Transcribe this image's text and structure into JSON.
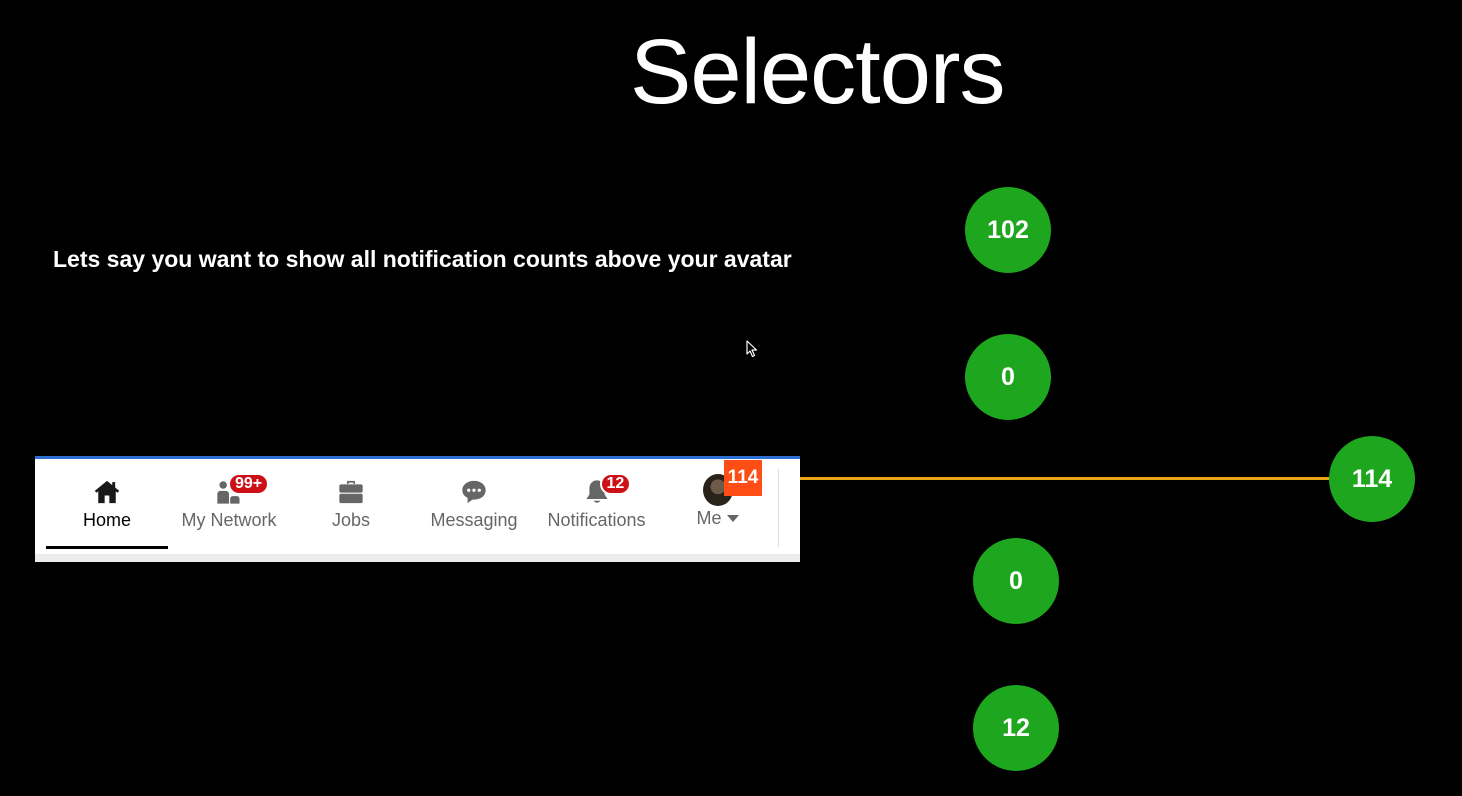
{
  "slide": {
    "title": "Selectors",
    "subtitle": "Lets say you want to show all notification counts above your avatar"
  },
  "circles": [
    {
      "id": "circle-102",
      "value": "102"
    },
    {
      "id": "circle-0-a",
      "value": "0"
    },
    {
      "id": "circle-114",
      "value": "114"
    },
    {
      "id": "circle-0-b",
      "value": "0"
    },
    {
      "id": "circle-12",
      "value": "12"
    }
  ],
  "navbar": {
    "items": [
      {
        "label": "Home",
        "icon": "home-icon",
        "active": true
      },
      {
        "label": "My Network",
        "icon": "network-icon",
        "badge": "99+"
      },
      {
        "label": "Jobs",
        "icon": "briefcase-icon"
      },
      {
        "label": "Messaging",
        "icon": "chat-icon"
      },
      {
        "label": "Notifications",
        "icon": "bell-icon",
        "badge": "12"
      },
      {
        "label": "Me",
        "icon": "avatar"
      }
    ],
    "total_badge": "114"
  },
  "colors": {
    "circle_green": "#1ea61e",
    "connector": "#e8a416",
    "total_badge": "#ff4d16",
    "notification_badge": "#cc1016",
    "nav_top_border": "#2f6fd4"
  }
}
